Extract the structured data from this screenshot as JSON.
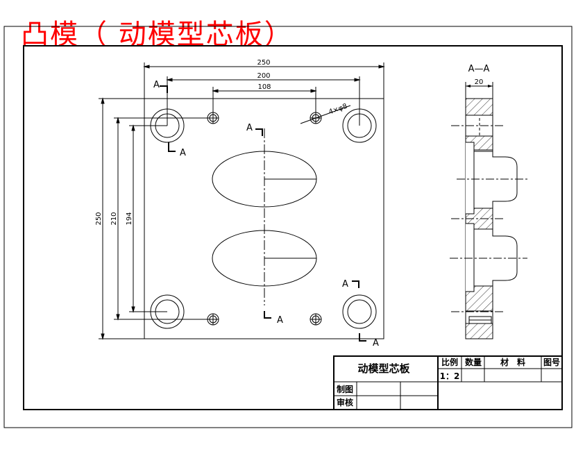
{
  "page_title": "凸模（ 动模型芯板）",
  "dimensions": {
    "width_250": "250",
    "holes_200": "200",
    "holes_108": "108",
    "hole_callout": "4×φ8",
    "height_250": "250",
    "height_210": "210",
    "height_194": "194",
    "section_width_20": "20"
  },
  "section": {
    "view_label": "A—A",
    "marker": "A"
  },
  "title_block": {
    "part_name": "动模型芯板",
    "scale_header": "比例",
    "quantity_header": "数量",
    "material_header": "材　料",
    "drawing_no_header": "图号",
    "scale_value": "1：2",
    "drawn_label": "制图",
    "checked_label": "审核"
  }
}
